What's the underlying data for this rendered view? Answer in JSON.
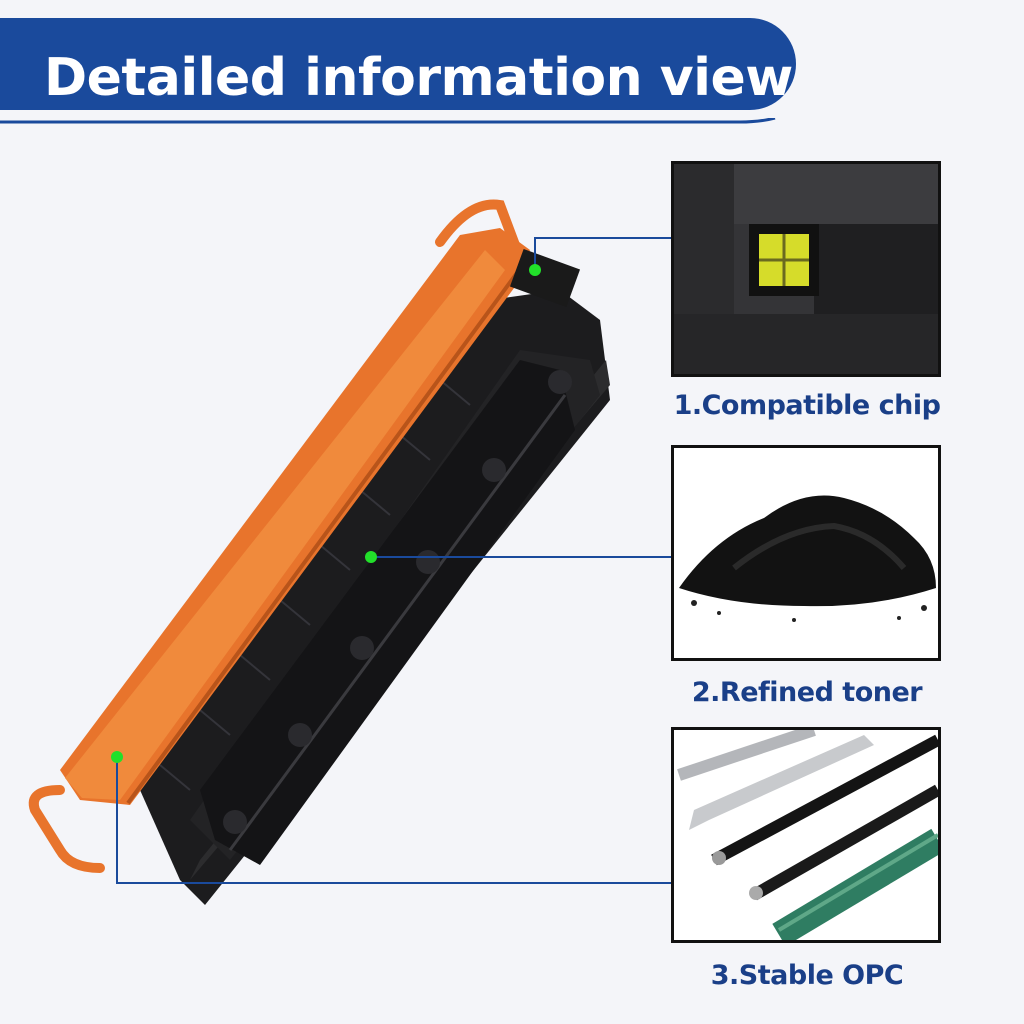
{
  "header": {
    "title": "Detailed information view"
  },
  "features": [
    {
      "label": "1.Compatible chip",
      "icon": "chip-photo"
    },
    {
      "label": "2.Refined toner",
      "icon": "toner-powder-photo"
    },
    {
      "label": "3.Stable OPC",
      "icon": "opc-drum-photo"
    }
  ],
  "colors": {
    "banner": "#1a4a9c",
    "caption": "#1a3f88",
    "callout_dot": "#22e02a",
    "cover_orange": "#e8742c"
  }
}
